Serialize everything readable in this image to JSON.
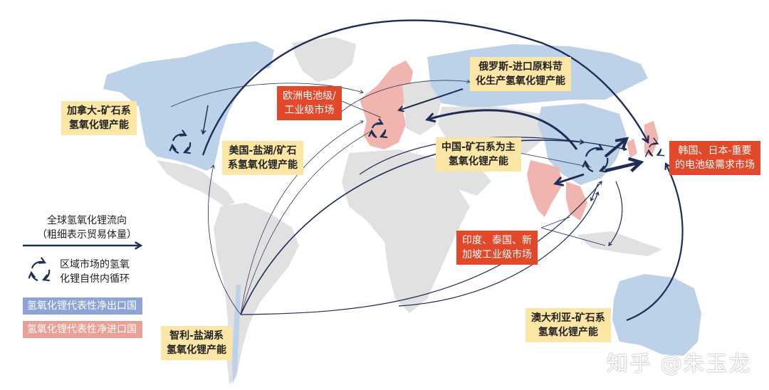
{
  "colors": {
    "export_country": "#bdd2e9",
    "import_country": "#f1b5b0",
    "other_land": "#e1e1e1",
    "arrow": "#1f2d56",
    "producer_label_bg": "#fbe6a6",
    "market_label_bg": "#e2482a",
    "legend_export_bg": "#8ea4d6",
    "legend_import_bg": "#eb9f98"
  },
  "producers": [
    {
      "id": "canada",
      "lines": [
        "加拿大-矿石系",
        "氢氧化锂产能"
      ]
    },
    {
      "id": "usa",
      "lines": [
        "美国-盐湖/矿石",
        "系氢氧化锂产能"
      ]
    },
    {
      "id": "russia",
      "lines": [
        "俄罗斯-进口原料苛",
        "化生产氢氧化锂产能"
      ]
    },
    {
      "id": "china",
      "lines": [
        "中国-矿石系为主",
        "氢氧化锂产能"
      ]
    },
    {
      "id": "chile",
      "lines": [
        "智利-盐湖系",
        "氢氧化锂产能"
      ]
    },
    {
      "id": "australia",
      "lines": [
        "澳大利亚-矿石系",
        "氢氧化锂产能"
      ]
    }
  ],
  "markets": [
    {
      "id": "europe",
      "lines": [
        "欧洲电池级/",
        "工业级市场"
      ]
    },
    {
      "id": "korea_japan",
      "lines": [
        "韩国、日本-重要",
        "的电池级需求市场"
      ]
    },
    {
      "id": "india_thailand_singapore",
      "lines": [
        "印度、泰国、新",
        "加坡工业级市场"
      ]
    }
  ],
  "legend": {
    "flow": {
      "lines": [
        "全球氢氧化锂流向",
        "（粗细表示贸易体量）"
      ],
      "icon": "arrow-right-icon"
    },
    "cycle": {
      "lines": [
        "区域市场的氢氧",
        "化锂自供内循环"
      ],
      "icon": "cycle-icon"
    },
    "export_label": "氢氧化锂代表性净出口国",
    "import_label": "氢氧化锂代表性净进口国"
  },
  "watermark": "知乎 @朱玉龙"
}
